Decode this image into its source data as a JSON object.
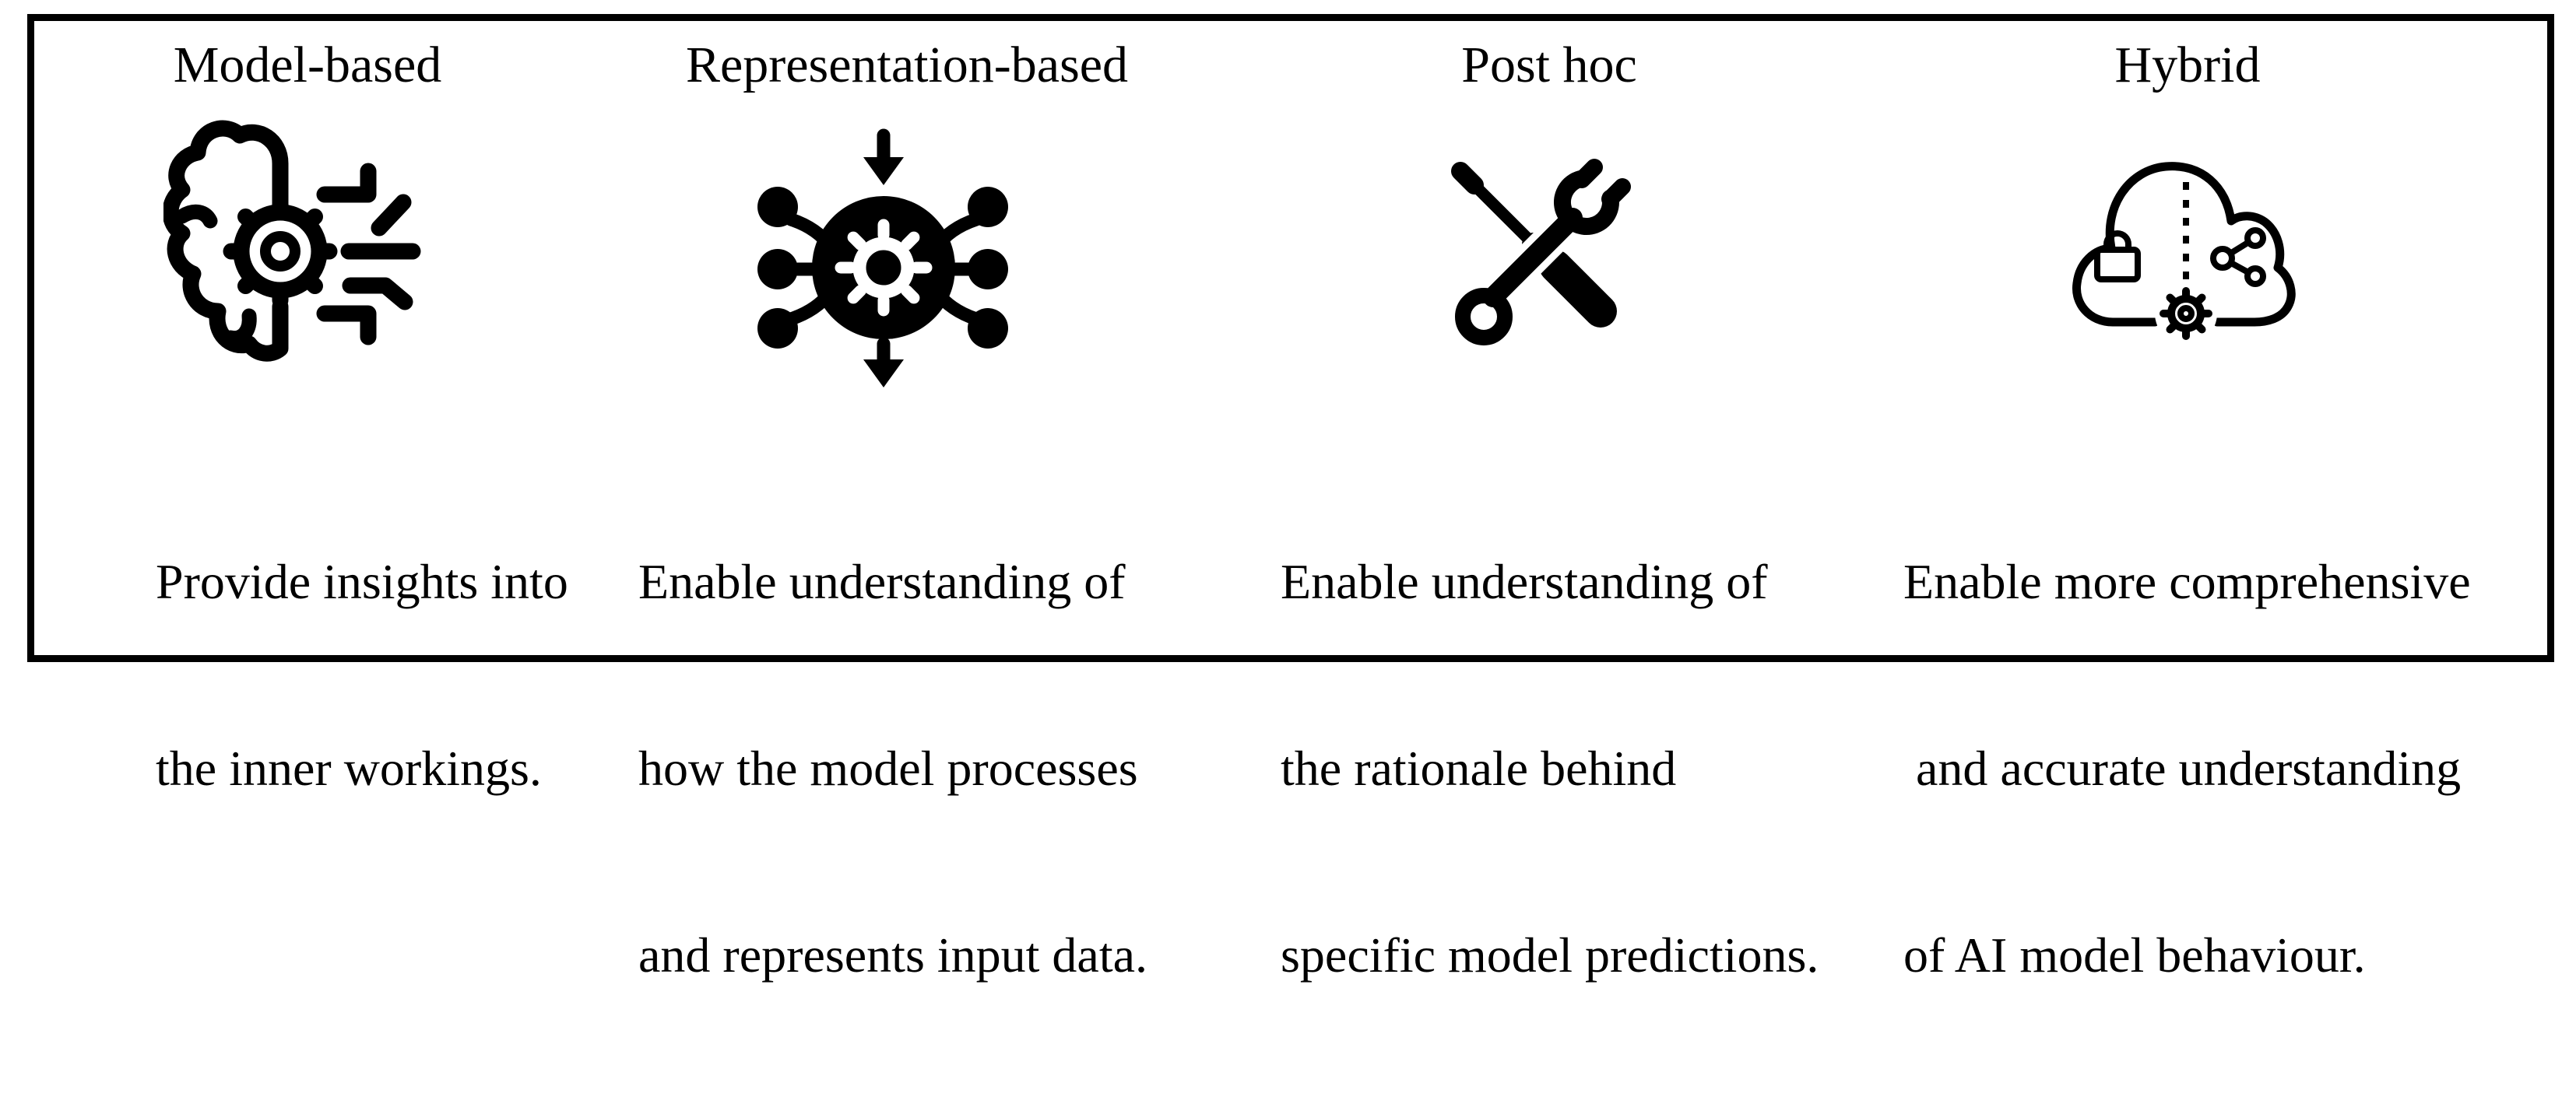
{
  "figure": {
    "background_color": "#ffffff",
    "border_color": "#000000",
    "icon_color": "#000000",
    "categories": [
      {
        "title": "Model-based",
        "icon": "brain-gear-icon",
        "description_lines": [
          "Provide insights into",
          "the inner workings."
        ]
      },
      {
        "title": "Representation-based",
        "icon": "network-processing-icon",
        "description_lines": [
          "Enable understanding of",
          "how the model processes",
          "and represents input data."
        ]
      },
      {
        "title": "Post hoc",
        "icon": "screwdriver-wrench-icon",
        "description_lines": [
          "Enable understanding of",
          "the rationale behind",
          "specific model predictions."
        ]
      },
      {
        "title": "Hybrid",
        "icon": "secure-cloud-gear-icon",
        "description_lines": [
          "Enable more comprehensive",
          " and accurate understanding",
          "of AI model behaviour."
        ]
      }
    ]
  }
}
